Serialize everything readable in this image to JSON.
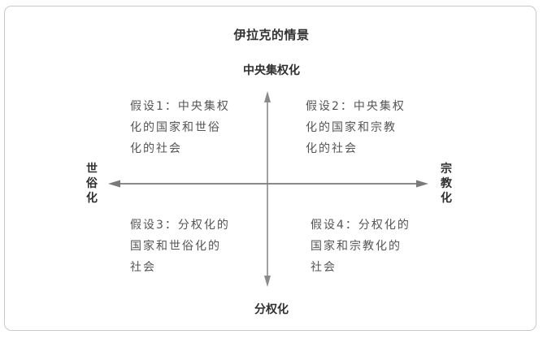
{
  "diagram": {
    "title": "伊拉克的情景",
    "axes": {
      "top": "中央集权化",
      "bottom": "分权化",
      "left": "世俗化",
      "right": "宗教化"
    },
    "quadrants": [
      {
        "position": "top-left",
        "lines": [
          "假设1：中央集权",
          "化的国家和世俗",
          "化的社会"
        ]
      },
      {
        "position": "top-right",
        "lines": [
          "假设2：中央集权",
          "化的国家和宗教",
          "化的社会"
        ]
      },
      {
        "position": "bottom-left",
        "lines": [
          "假设3：分权化的",
          "国家和世俗化的",
          "社会"
        ]
      },
      {
        "position": "bottom-right",
        "lines": [
          "假设4：分权化的",
          "国家和宗教化的",
          "社会"
        ]
      }
    ],
    "colors": {
      "axis_line": "#8a8a8a",
      "frame_border": "#c9c9c9",
      "text": "#555555",
      "label_text": "#2f2f2f"
    }
  }
}
